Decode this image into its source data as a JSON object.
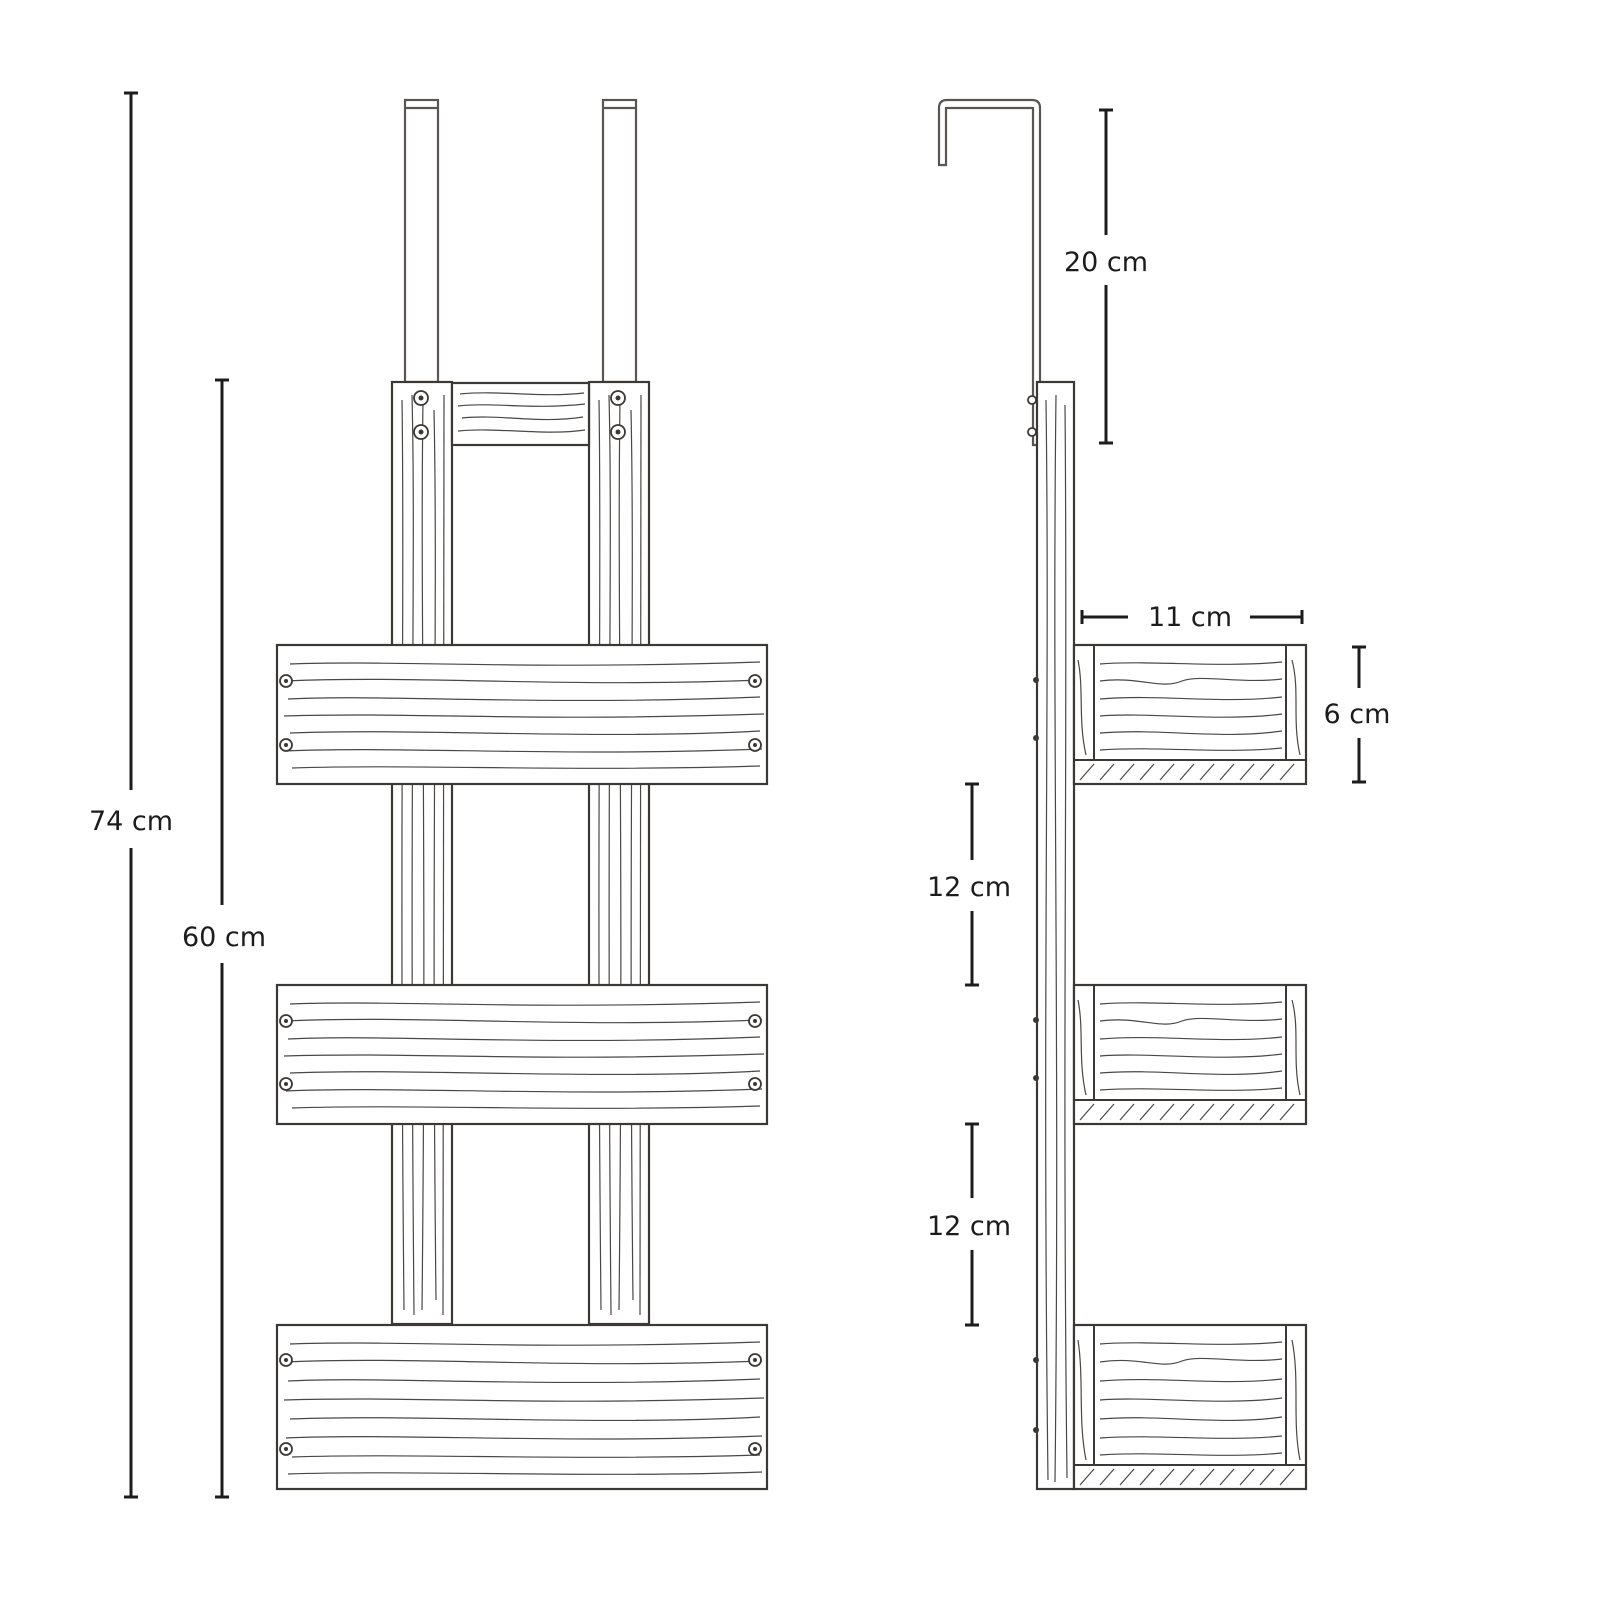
{
  "figure": {
    "front_view": {
      "total_height_label": "74 cm",
      "body_height_label": "60 cm"
    },
    "side_view": {
      "hook_length_label": "20 cm",
      "shelf_depth_label": "11 cm",
      "shelf_height_label": "6 cm",
      "spacing_upper_label": "12 cm",
      "spacing_lower_label": "12 cm"
    }
  },
  "colors": {
    "ink": "#3b3835",
    "dimension": "#1c1c1c",
    "background": "#ffffff"
  }
}
